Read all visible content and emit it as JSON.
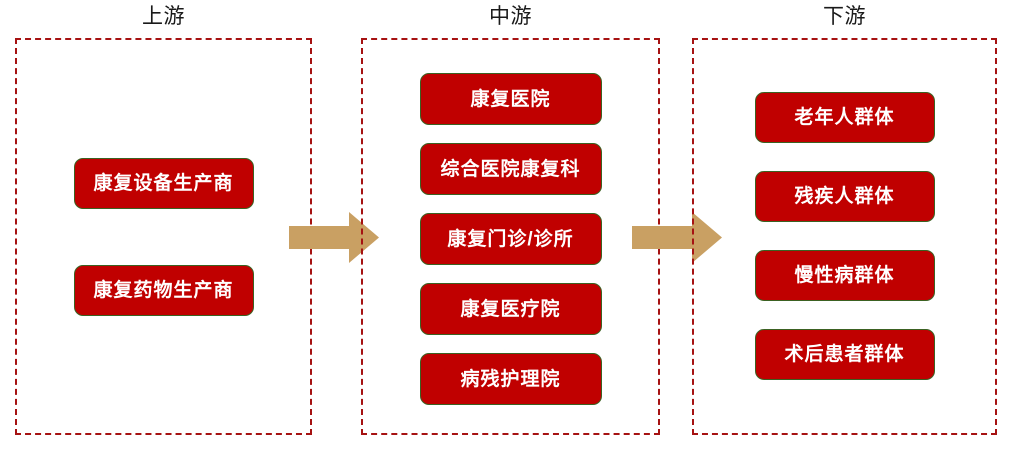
{
  "diagram": {
    "title_upstream": "上游",
    "title_midstream": "中游",
    "title_downstream": "下游",
    "accent_red": "#c00000",
    "accent_border_green": "#3b6122",
    "dashed_border_red": "#a61212",
    "arrow_gold": "#c9a063",
    "stages": [
      {
        "id": "upstream",
        "label": "上游",
        "nodes": [
          {
            "label": "康复设备生产商"
          },
          {
            "label": "康复药物生产商"
          }
        ]
      },
      {
        "id": "midstream",
        "label": "中游",
        "nodes": [
          {
            "label": "康复医院"
          },
          {
            "label": "综合医院康复科"
          },
          {
            "label": "康复门诊/诊所"
          },
          {
            "label": "康复医疗院"
          },
          {
            "label": "病残护理院"
          }
        ]
      },
      {
        "id": "downstream",
        "label": "下游",
        "nodes": [
          {
            "label": "老年人群体"
          },
          {
            "label": "残疾人群体"
          },
          {
            "label": "慢性病群体"
          },
          {
            "label": "术后患者群体"
          }
        ]
      }
    ],
    "connectors": [
      {
        "id": "arrow-upstream-to-midstream",
        "direction": "right"
      },
      {
        "id": "arrow-midstream-to-downstream",
        "direction": "right"
      }
    ]
  }
}
